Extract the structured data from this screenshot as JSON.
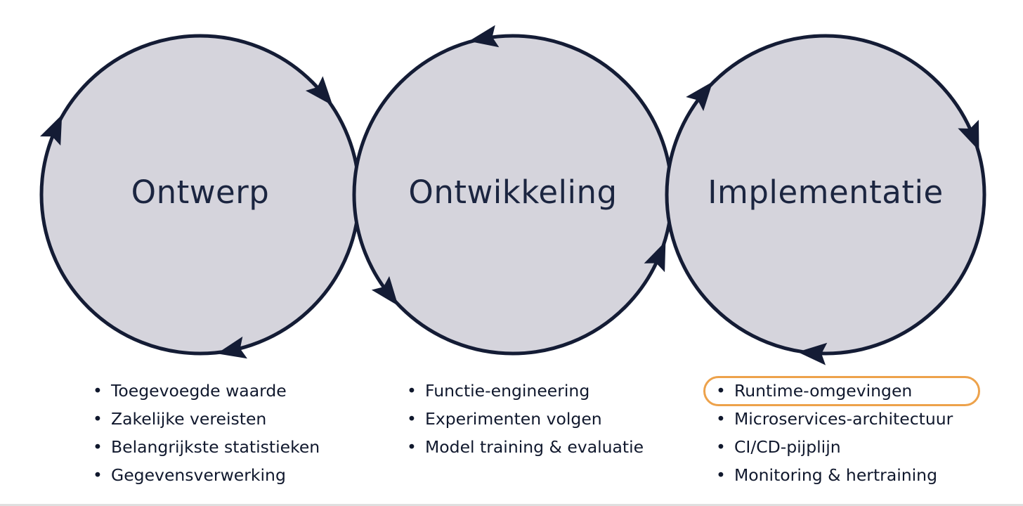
{
  "diagram": {
    "title": "MLOps lifecycle cycle diagram",
    "colors": {
      "circle_fill": "#d5d4dc",
      "arrow": "#141c35",
      "text": "#10182d",
      "title": "#1b2540",
      "highlight": "#eda24b"
    },
    "stages": [
      {
        "title": "Ontwerp",
        "arrow_direction": "clockwise",
        "items": [
          "Toegevoegde waarde",
          "Zakelijke vereisten",
          "Belangrijkste statistieken",
          "Gegevensverwerking"
        ]
      },
      {
        "title": "Ontwikkeling",
        "arrow_direction": "counter-clockwise",
        "items": [
          "Functie-engineering",
          "Experimenten volgen",
          "Model training & evaluatie"
        ]
      },
      {
        "title": "Implementatie",
        "arrow_direction": "clockwise",
        "highlighted_item": "Runtime-omgevingen",
        "items": [
          "Runtime-omgevingen",
          "Microservices-architectuur",
          "CI/CD-pijplijn",
          "Monitoring & hertraining"
        ]
      }
    ]
  }
}
